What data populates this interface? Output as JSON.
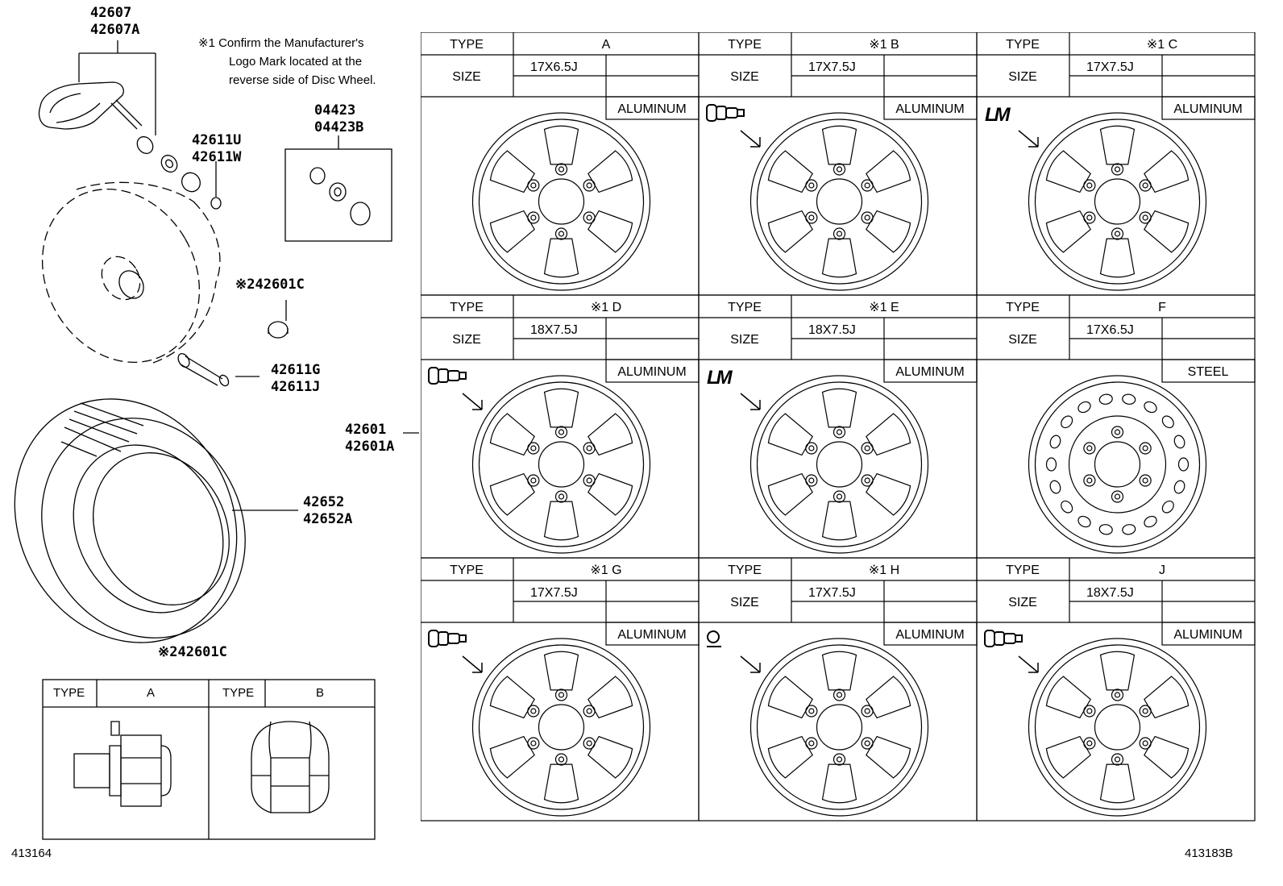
{
  "parts": {
    "tpms": {
      "line1": "42607",
      "line2": "42607A"
    },
    "cap": {
      "line1": "42611U",
      "line2": "42611W"
    },
    "grommet": {
      "line1": "04423",
      "line2": "04423B"
    },
    "nut_top": "※242601C",
    "valve": {
      "line1": "42611G",
      "line2": "42611J"
    },
    "wheel": {
      "line1": "42601",
      "line2": "42601A"
    },
    "tire": {
      "line1": "42652",
      "line2": "42652A"
    },
    "nut_bottom": "※242601C"
  },
  "note": {
    "line1": "※1 Confirm the Manufacturer's",
    "line2": "Logo Mark located at the",
    "line3": "reverse side of Disc Wheel."
  },
  "nut_table": {
    "type_label": "TYPE",
    "col_a": "A",
    "col_b": "B"
  },
  "labels": {
    "type": "TYPE",
    "size": "SIZE"
  },
  "wheel_types": [
    {
      "type": "A",
      "size": "17X6.5J",
      "material": "ALUMINUM",
      "logo": "none"
    },
    {
      "type": "※1  B",
      "size": "17X7.5J",
      "material": "ALUMINUM",
      "logo": "valve-icon"
    },
    {
      "type": "※1  C",
      "size": "17X7.5J",
      "material": "ALUMINUM",
      "logo": "lm-logo"
    },
    {
      "type": "※1  D",
      "size": "18X7.5J",
      "material": "ALUMINUM",
      "logo": "valve-icon"
    },
    {
      "type": "※1  E",
      "size": "18X7.5J",
      "material": "ALUMINUM",
      "logo": "lm-logo"
    },
    {
      "type": "F",
      "size": "17X6.5J",
      "material": "STEEL",
      "logo": "none"
    },
    {
      "type": "※1  G",
      "size": "17X7.5J",
      "material": "ALUMINUM",
      "logo": "valve-icon",
      "size_label_hidden": true
    },
    {
      "type": "※1  H",
      "size": "17X7.5J",
      "material": "ALUMINUM",
      "logo": "q-logo"
    },
    {
      "type": "J",
      "size": "18X7.5J",
      "material": "ALUMINUM",
      "logo": "valve-icon"
    }
  ],
  "ref_left": "413164",
  "ref_right": "413183B"
}
